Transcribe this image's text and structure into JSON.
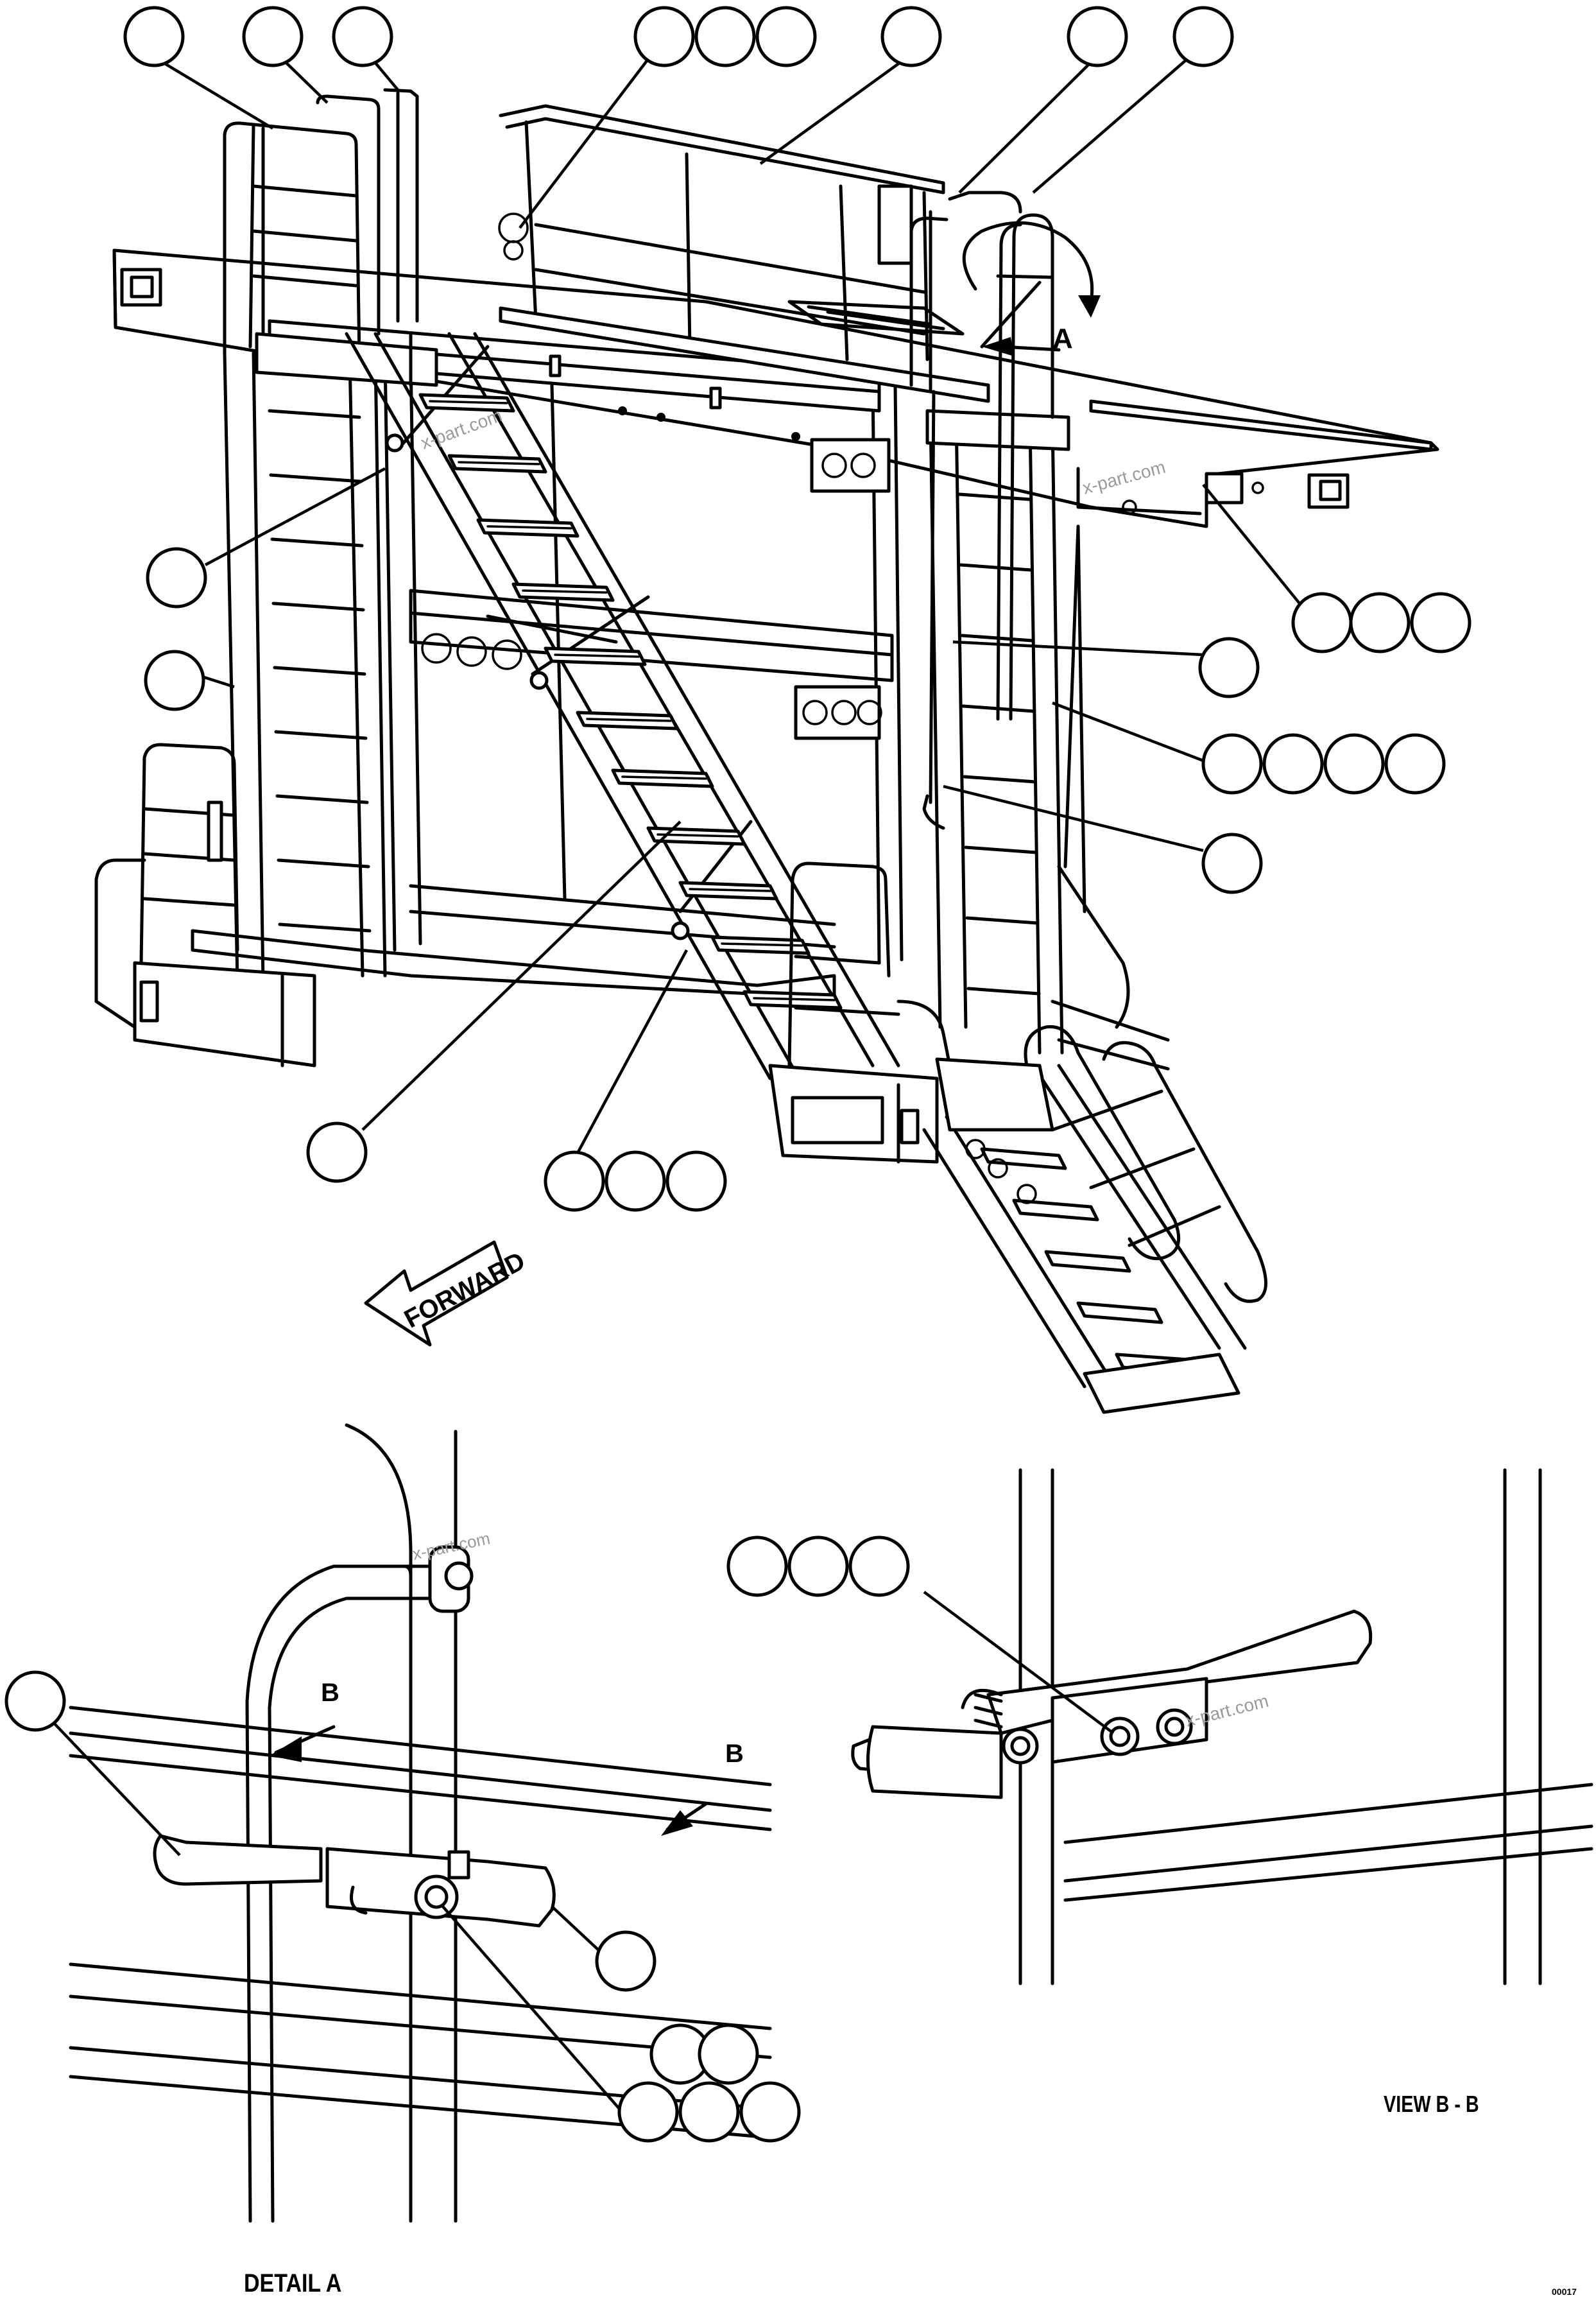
{
  "figure": {
    "forward_label": "FORWARD",
    "detail_label": "DETAIL A",
    "view_label": "VIEW B - B",
    "section_letter_a": "A",
    "section_letter_b1": "B",
    "section_letter_b2": "B",
    "watermark": "x-part.com",
    "corner_code": "00017"
  },
  "callouts": [
    {
      "id": "c1"
    },
    {
      "id": "c2"
    },
    {
      "id": "c3"
    },
    {
      "id": "c4"
    },
    {
      "id": "c5"
    },
    {
      "id": "c6"
    },
    {
      "id": "c7"
    },
    {
      "id": "c8"
    },
    {
      "id": "c9"
    },
    {
      "id": "c10"
    },
    {
      "id": "c11"
    },
    {
      "id": "c12"
    },
    {
      "id": "c13"
    },
    {
      "id": "c14"
    },
    {
      "id": "c15"
    },
    {
      "id": "c16"
    },
    {
      "id": "c17"
    },
    {
      "id": "c18"
    },
    {
      "id": "c19"
    },
    {
      "id": "c20"
    },
    {
      "id": "c21"
    },
    {
      "id": "c22"
    },
    {
      "id": "c23"
    },
    {
      "id": "c24"
    },
    {
      "id": "c25"
    },
    {
      "id": "c26"
    },
    {
      "id": "c27"
    },
    {
      "id": "c28"
    },
    {
      "id": "c29"
    },
    {
      "id": "c30"
    },
    {
      "id": "c31"
    },
    {
      "id": "c32"
    },
    {
      "id": "c33"
    },
    {
      "id": "c34"
    },
    {
      "id": "c35"
    },
    {
      "id": "c36"
    }
  ]
}
